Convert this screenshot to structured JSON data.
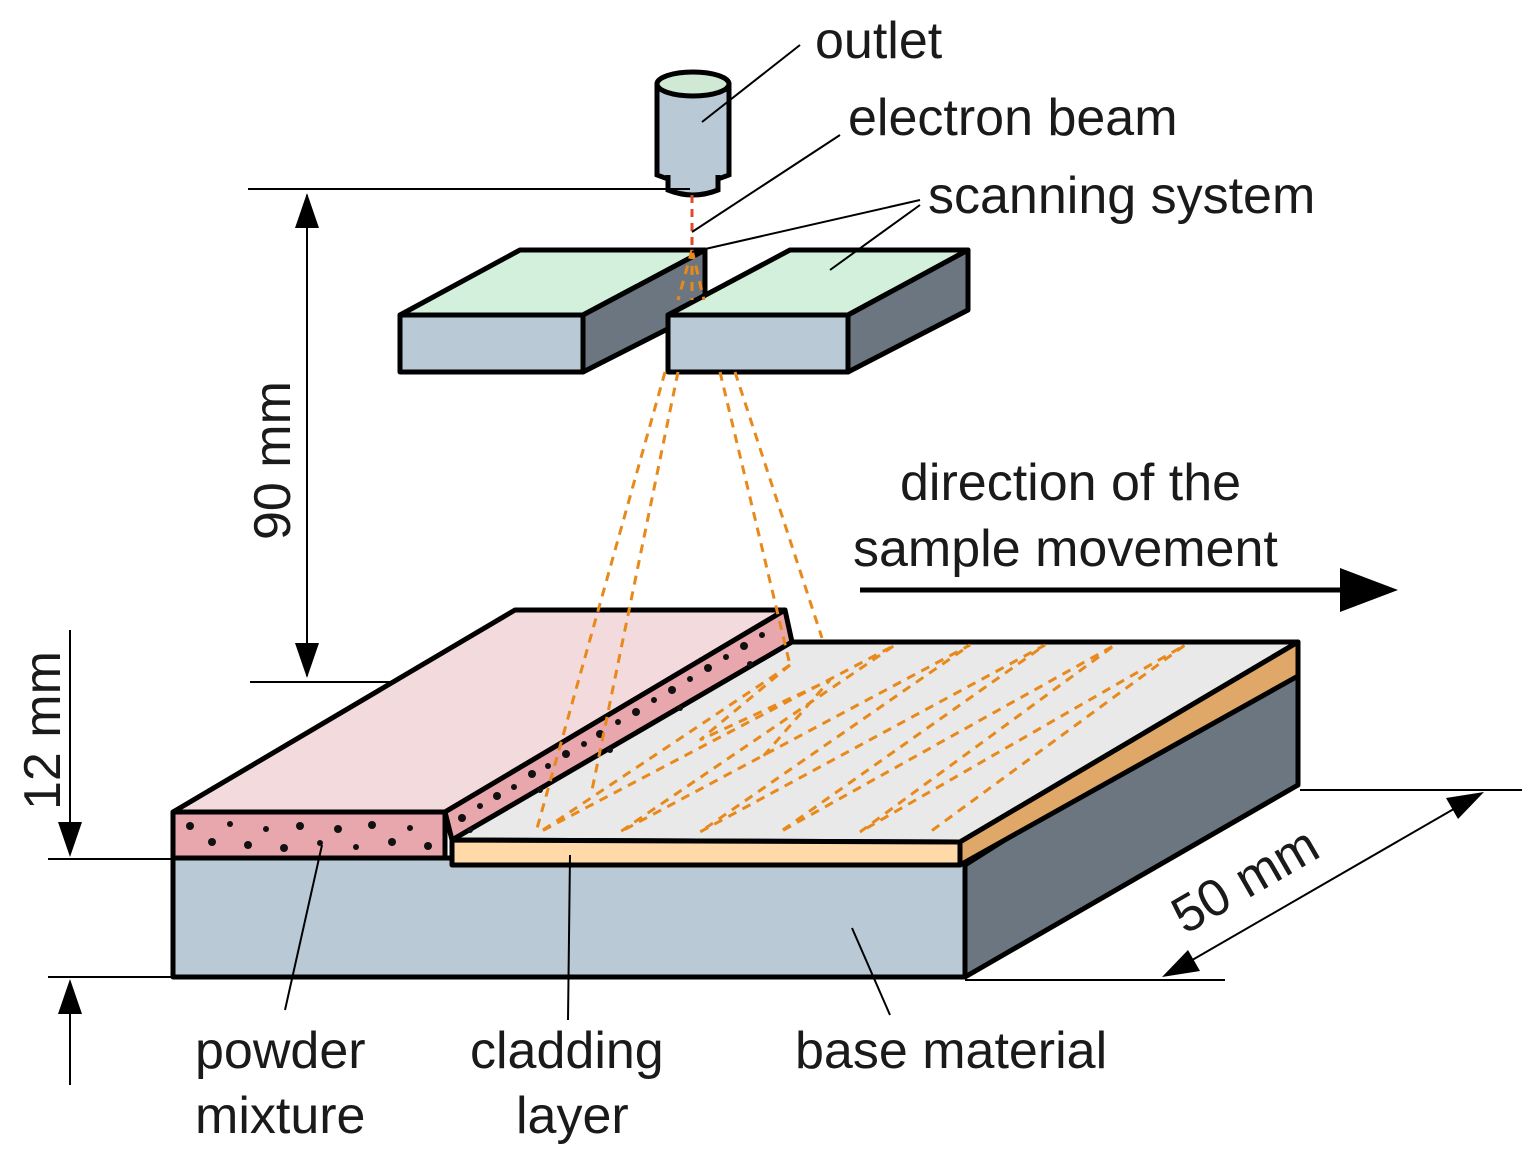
{
  "labels": {
    "outlet": "outlet",
    "electron_beam": "electron beam",
    "scanning_system": "scanning system",
    "direction_line1": "direction of the",
    "direction_line2": "sample movement",
    "dim_90": "90 mm",
    "dim_12": "12 mm",
    "dim_50": "50 mm",
    "powder_line1": "powder",
    "powder_line2": "mixture",
    "cladding_line1": "cladding",
    "cladding_line2": "layer",
    "base_material": "base material"
  },
  "colors": {
    "outlet_body": "#b9cad6",
    "outlet_top": "#cfe9d4",
    "scanner_top": "#d2f0dc",
    "scanner_front": "#b9cad6",
    "scanner_side": "#6b7680",
    "powder_top": "#f3dadd",
    "powder_front": "#e8a7ac",
    "cladding_top": "#e9e9e9",
    "cladding_front": "#ffd9a8",
    "cladding_side": "#e0a868",
    "base_front": "#b9cad6",
    "base_side": "#6b7680",
    "beam_red": "#e04a2a",
    "beam_orange": "#e8891c"
  }
}
